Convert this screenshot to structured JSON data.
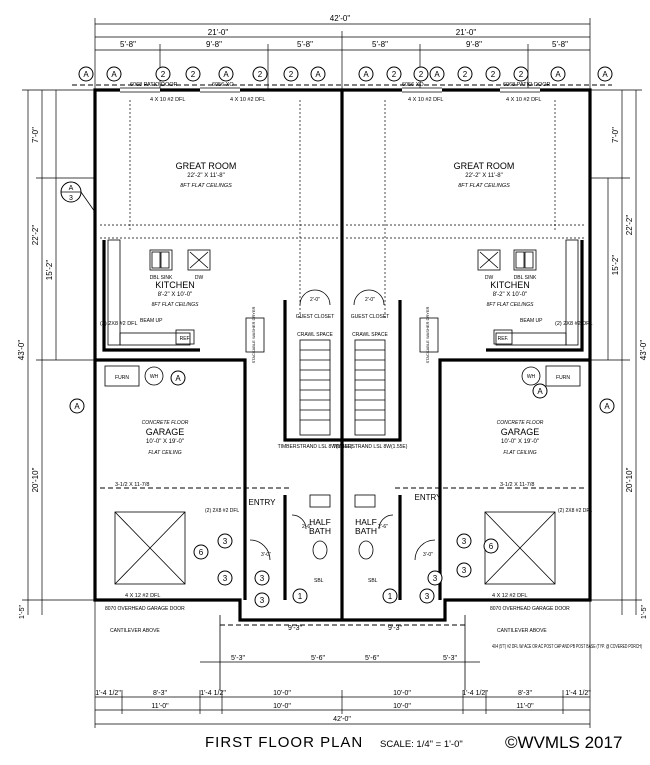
{
  "title": "FIRST FLOOR PLAN",
  "scale_text": "SCALE: 1/4\" = 1'-0\"",
  "copyright": "©WVMLS 2017",
  "dims": {
    "overall": "42'-0\"",
    "half_left": "21'-0\"",
    "half_right": "21'-0\"",
    "top_segments": [
      "5'-8\"",
      "9'-8\"",
      "5'-8\"",
      "5'-8\"",
      "9'-8\"",
      "5'-8\""
    ],
    "left_side": [
      "7'-0\"",
      "22'-2\"",
      "15'-2\"",
      "43'-0\"",
      "20'-10\"",
      "1'-5\""
    ],
    "right_side": [
      "7'-0\"",
      "22'-2\"",
      "15'-2\"",
      "43'-0\"",
      "20'-10\"",
      "1'-5\""
    ],
    "bottom_row1": [
      "1'-4 1/2\"",
      "8'-3\"",
      "1'-4 1/2\"",
      "10'-0\"",
      "10'-0\"",
      "1'-4 1/2\"",
      "8'-3\"",
      "1'-4 1/2\""
    ],
    "bottom_row2": [
      "11'-0\"",
      "10'-0\"",
      "10'-0\"",
      "11'-0\""
    ],
    "bottom_overall": "42'-0\"",
    "lower_small": [
      "5'-3\"",
      "5'-6\"",
      "5'-6\"",
      "5'-3\""
    ],
    "porch": [
      "9'-3\"",
      "9'-3\""
    ]
  },
  "rooms": {
    "great_room": "GREAT ROOM",
    "great_room_size": "22'-2\" X 11'-8\"",
    "great_room_ceiling": "8FT FLAT CEILINGS",
    "kitchen": "KITCHEN",
    "kitchen_size": "8'-2\" X 10'-0\"",
    "kitchen_ceiling": "8FT FLAT CEILINGS",
    "garage": "GARAGE",
    "garage_floor": "CONCRETE FLOOR",
    "garage_size": "10'-0\" X 19'-0\"",
    "garage_ceiling": "FLAT CEILING",
    "entry": "ENTRY",
    "half": "HALF",
    "bath": "BATH",
    "guest_closet": "GUEST CLOSET",
    "dbl_sink": "DBL SINK",
    "furn": "FURN",
    "wh": "WH",
    "ref": "REF.",
    "dw": "DW"
  },
  "notes": {
    "patio_door": "6068 PATIO DOOR",
    "xo_window": "6056 XO",
    "header_top": "4 X 10 #2 DFL",
    "garage_door": "8070 OVERHEAD GARAGE DOOR",
    "cantilever": "CANTILEVER ABOVE",
    "header_garage": "4 X 12 #2 DFL",
    "beam_2x8": "(2) 2X8 #2 DFL",
    "crawl_space": "CRAWL SPACE",
    "timberstrand": "TIMBERSTRAND LSL 8W(1.55E)",
    "porch_post": "4X4 (5'T) #2 DFL W/ ACE OR AC POST CAP AND PB POST BASE (TYP. @ COVERED PORCH)",
    "beam_up": "BEAM UP",
    "beam_3": "3-1/2 X 11-7/8",
    "stackable": "STACKABLE WASHER DRYER",
    "sbl": "SBL"
  },
  "callouts": {
    "A": "A",
    "n1": "1",
    "n2": "2",
    "n3": "3",
    "n6": "6",
    "section_num": "3",
    "door_30": "3'-0\"",
    "door_28": "2'-8\"",
    "door_26": "2'-6\"",
    "door_20": "2'-0\""
  }
}
